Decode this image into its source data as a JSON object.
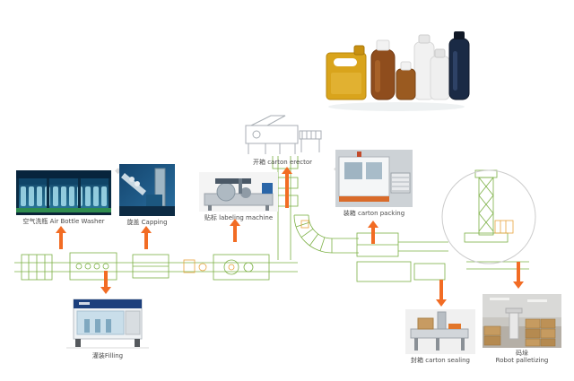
{
  "diagram": {
    "description": "Bottle filling and packaging production line flow diagram"
  },
  "stations": [
    {
      "id": "air-bottle-washer",
      "label": "空气洗瓶 Air Bottle Washer"
    },
    {
      "id": "capping",
      "label": "旋盖 Capping"
    },
    {
      "id": "labeling-machine",
      "label": "贴标 labeling machine"
    },
    {
      "id": "carton-erector",
      "label": "开箱 carton erector"
    },
    {
      "id": "carton-packing",
      "label": "装箱 carton packing"
    },
    {
      "id": "filling",
      "label": "灌装Filling"
    },
    {
      "id": "carton-sealing",
      "label": "封箱 carton sealing"
    },
    {
      "id": "robot-palletizing",
      "label_cn": "码垛",
      "label_en": "Robot palletizing"
    }
  ],
  "colors": {
    "flow_arrow": "#F26C24",
    "schematic_green": "#7CB045",
    "schematic_orange": "#E8A33D",
    "label_text": "#4A4A4A"
  }
}
